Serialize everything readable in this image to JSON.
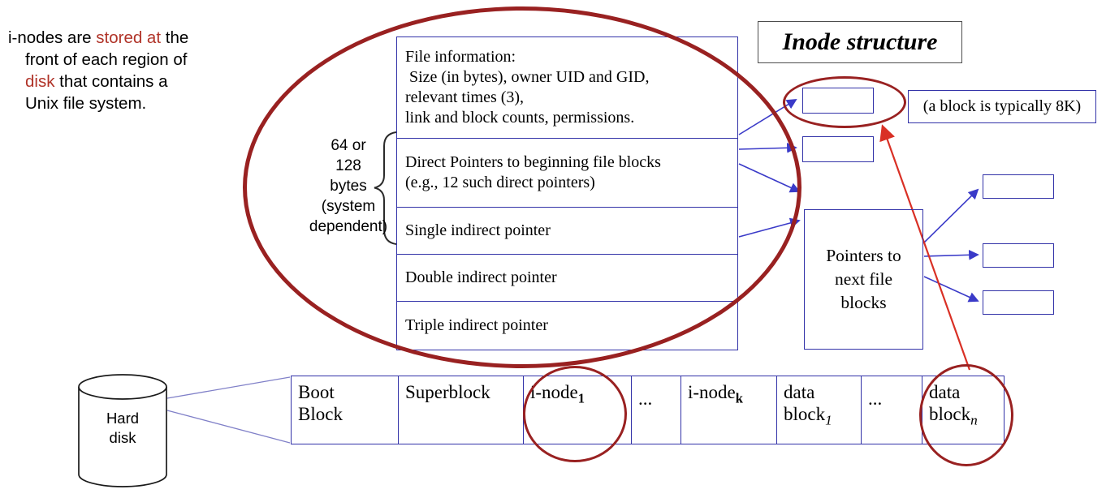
{
  "intro": {
    "l1a": "i-nodes are ",
    "l1b": "stored at",
    "l1c": " the",
    "l2": "front of each region of",
    "l3a": "disk",
    "l3b": " that contains a",
    "l4": "Unix file system."
  },
  "title": "Inode structure",
  "inode_table": {
    "rows": [
      {
        "lines": [
          "File information:",
          " Size (in bytes), owner UID and GID,",
          "relevant times (3),",
          "link and block counts, permissions."
        ]
      },
      {
        "lines": [
          "Direct Pointers to beginning file blocks",
          "(e.g., 12 such direct pointers)"
        ]
      },
      {
        "lines": [
          "Single indirect pointer"
        ]
      },
      {
        "lines": [
          "Double indirect pointer"
        ]
      },
      {
        "lines": [
          "Triple indirect pointer"
        ]
      }
    ]
  },
  "size_label": {
    "lines": [
      "64 or",
      "128",
      "bytes",
      "(system",
      "dependent)"
    ]
  },
  "pointers_box": {
    "lines": [
      "Pointers to",
      "next file",
      "blocks"
    ]
  },
  "block_note": "(a block is typically 8K)",
  "disk_strip": {
    "cells": {
      "boot": {
        "line1": "Boot",
        "line2": "Block"
      },
      "superblock": "Superblock",
      "inode1": {
        "base": "i-node",
        "sub": "1"
      },
      "dots1": "...",
      "inodek": {
        "base": "i-node",
        "sub": "k"
      },
      "datablock1": {
        "line1": "data",
        "base": "block",
        "sub": "1"
      },
      "dots2": "...",
      "datablockn": {
        "line1": "data",
        "base": "block",
        "sub": "n"
      }
    }
  },
  "hard_disk": {
    "lines": [
      "Hard",
      "disk"
    ]
  },
  "colors": {
    "box_border": "#3232a8",
    "highlight_red": "#992121",
    "arrow_blue": "#3a3ac8",
    "arrow_red": "#d93025",
    "red_text": "#b03328"
  }
}
